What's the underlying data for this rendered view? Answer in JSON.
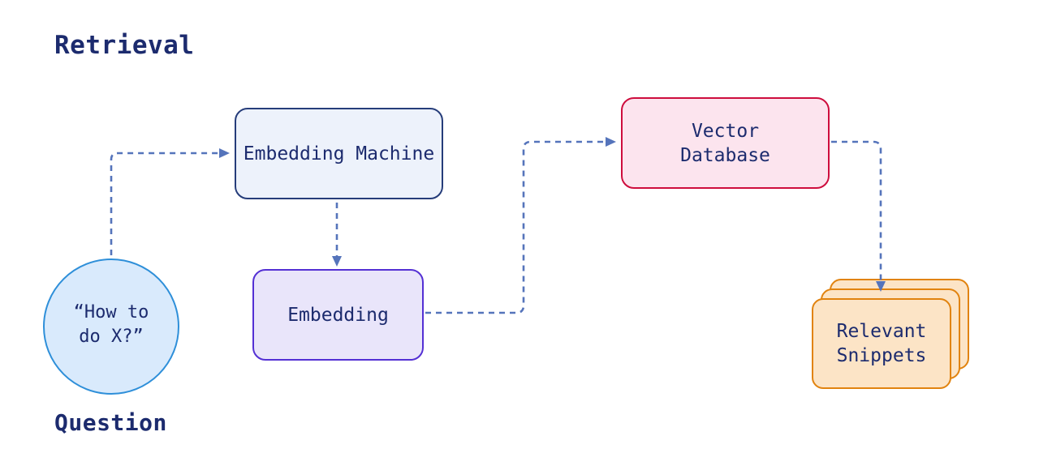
{
  "title": "Retrieval",
  "nodes": {
    "question": {
      "bubble_line1": "“How to",
      "bubble_line2": "do X?”",
      "caption": "Question"
    },
    "embedding_machine": {
      "label": "Embedding Machine"
    },
    "embedding": {
      "label": "Embedding"
    },
    "vector_database": {
      "line1": "Vector",
      "line2": "Database"
    },
    "relevant_snippets": {
      "line1": "Relevant",
      "line2": "Snippets"
    }
  },
  "colors": {
    "text": "#1c2b6e",
    "arrow": "#5574bb",
    "question_fill": "#d9eafc",
    "question_border": "#2e8fd9",
    "embedding_machine_fill": "#edf2fb",
    "embedding_machine_border": "#263d7a",
    "embedding_fill": "#e9e5fa",
    "embedding_border": "#5430d4",
    "vector_database_fill": "#fce4ee",
    "vector_database_border": "#ce0d3d",
    "relevant_snippets_fill": "#fce4c6",
    "relevant_snippets_border": "#e1830f"
  }
}
